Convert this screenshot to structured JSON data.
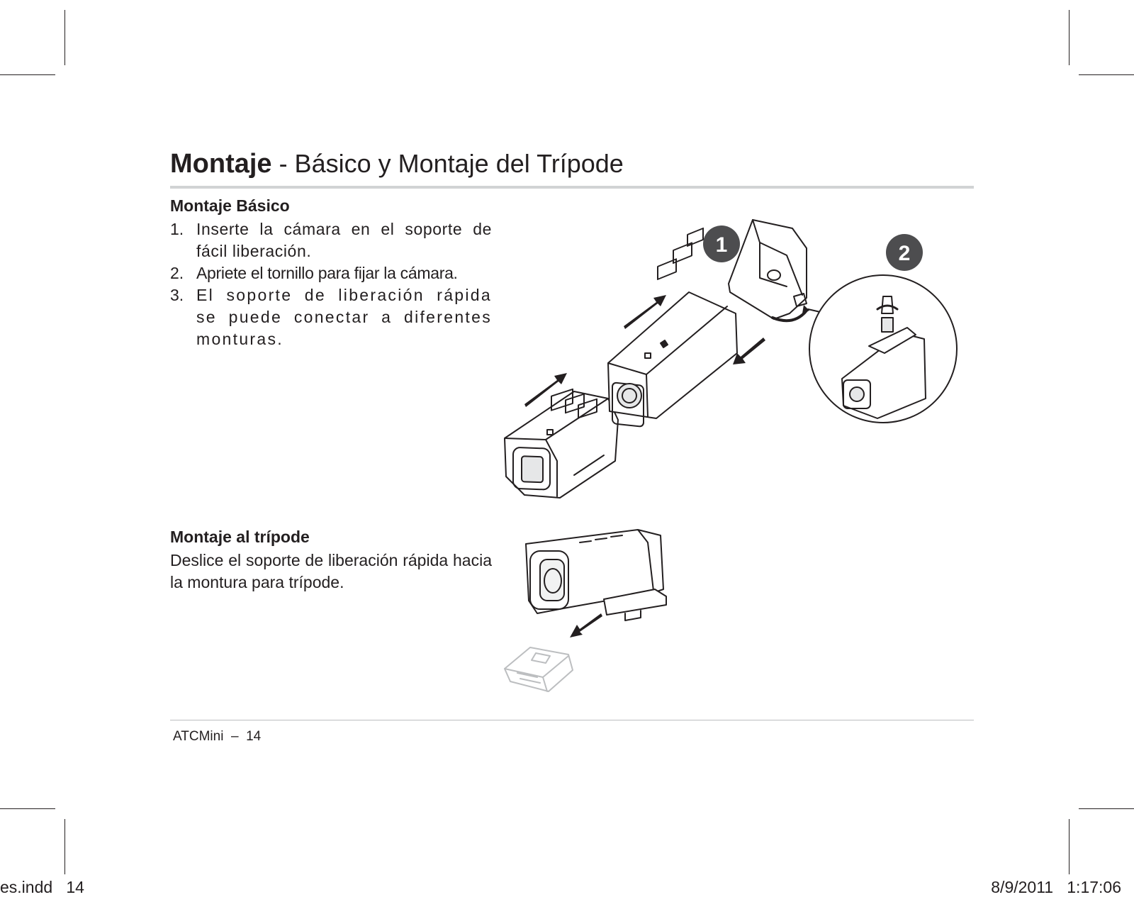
{
  "title": {
    "bold": "Montaje",
    "rest": " - Básico y Montaje del Trípode"
  },
  "basic": {
    "heading": "Montaje Básico",
    "steps": [
      {
        "num": "1.",
        "text": "Inserte la cámara en el soporte de fácil liberación."
      },
      {
        "num": "2.",
        "text": "Apriete el tornillo para fijar la cámara."
      },
      {
        "num": "3.",
        "text": "El soporte de liberación rápida se puede conectar a diferentes monturas."
      }
    ]
  },
  "tripod": {
    "heading": "Montaje al trípode",
    "text": "Deslice el soporte de liberación rápida hacia la montura para trípode."
  },
  "illustration": {
    "badges": [
      "1",
      "2"
    ]
  },
  "footer": {
    "text": "ATCMini  –  14"
  },
  "slug": {
    "file": "es.indd   14",
    "datetime": "8/9/2011   1:17:06"
  }
}
